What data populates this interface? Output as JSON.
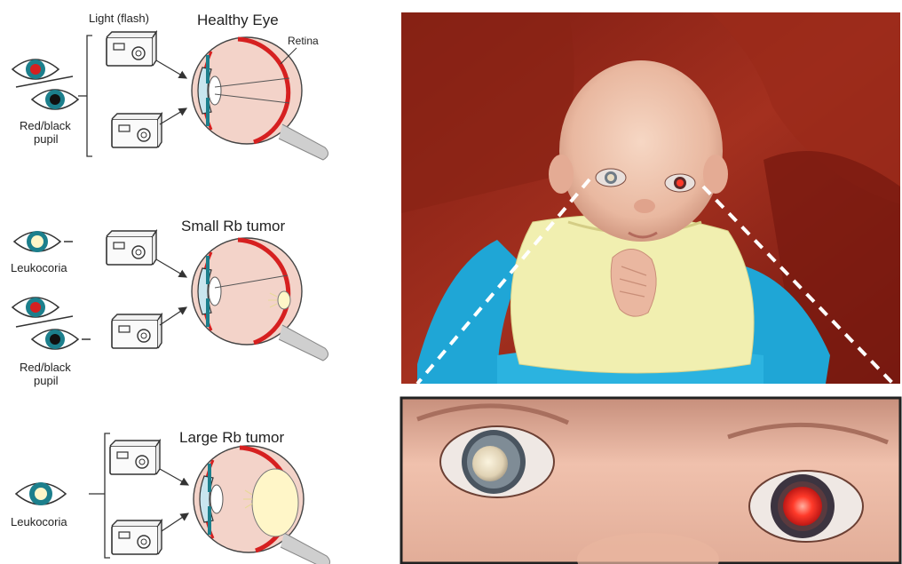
{
  "labels": {
    "light_flash": "Light (flash)",
    "healthy_eye": "Healthy Eye",
    "retina": "Retina",
    "red_black_line1": "Red/black",
    "red_black_line2": "pupil",
    "small_tumor": "Small Rb tumor",
    "leukocoria": "Leukocoria",
    "large_tumor": "Large Rb tumor"
  },
  "colors": {
    "sclera_fill": "#f3d3c9",
    "retina_red": "#d62020",
    "tumor_fill": "#fff6c8",
    "pupil_teal": "#1c7f8c",
    "photo_red_pupil": "#ff3a2a",
    "photo_white_pupil": "#e9dcc2",
    "couch": "#8f2418",
    "seat": "#1fa6d6",
    "onesie": "#f1efb0"
  },
  "icons": [
    "camera-icon",
    "eye-red-pupil-icon",
    "eye-black-pupil-icon",
    "eye-leukocoria-icon",
    "eyeball-cross-section-icon"
  ]
}
